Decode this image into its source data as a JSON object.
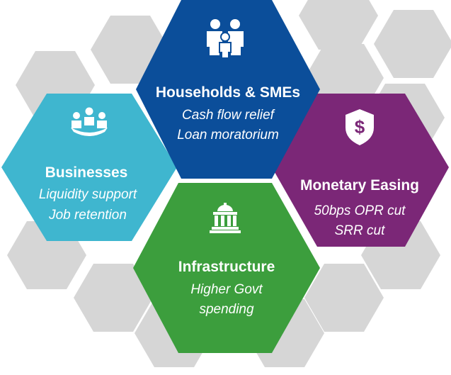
{
  "colors": {
    "background_hex": "#d6d6d6",
    "households": "#0b4e9a",
    "businesses": "#3fb6cf",
    "monetary": "#7b2777",
    "infrastructure": "#3c9e3d",
    "text": "#ffffff"
  },
  "segments": {
    "households": {
      "title": "Households & SMEs",
      "line1": "Cash flow relief",
      "line2": "Loan moratorium",
      "icon": "family-icon"
    },
    "businesses": {
      "title": "Businesses",
      "line1": "Liquidity support",
      "line2": "Job retention",
      "icon": "team-meeting-icon"
    },
    "monetary": {
      "title": "Monetary Easing",
      "line1": "50bps OPR cut",
      "line2": "SRR cut",
      "icon": "dollar-shield-icon"
    },
    "infrastructure": {
      "title": "Infrastructure",
      "line1": "Higher Govt",
      "line2": "spending",
      "icon": "government-building-icon"
    }
  }
}
